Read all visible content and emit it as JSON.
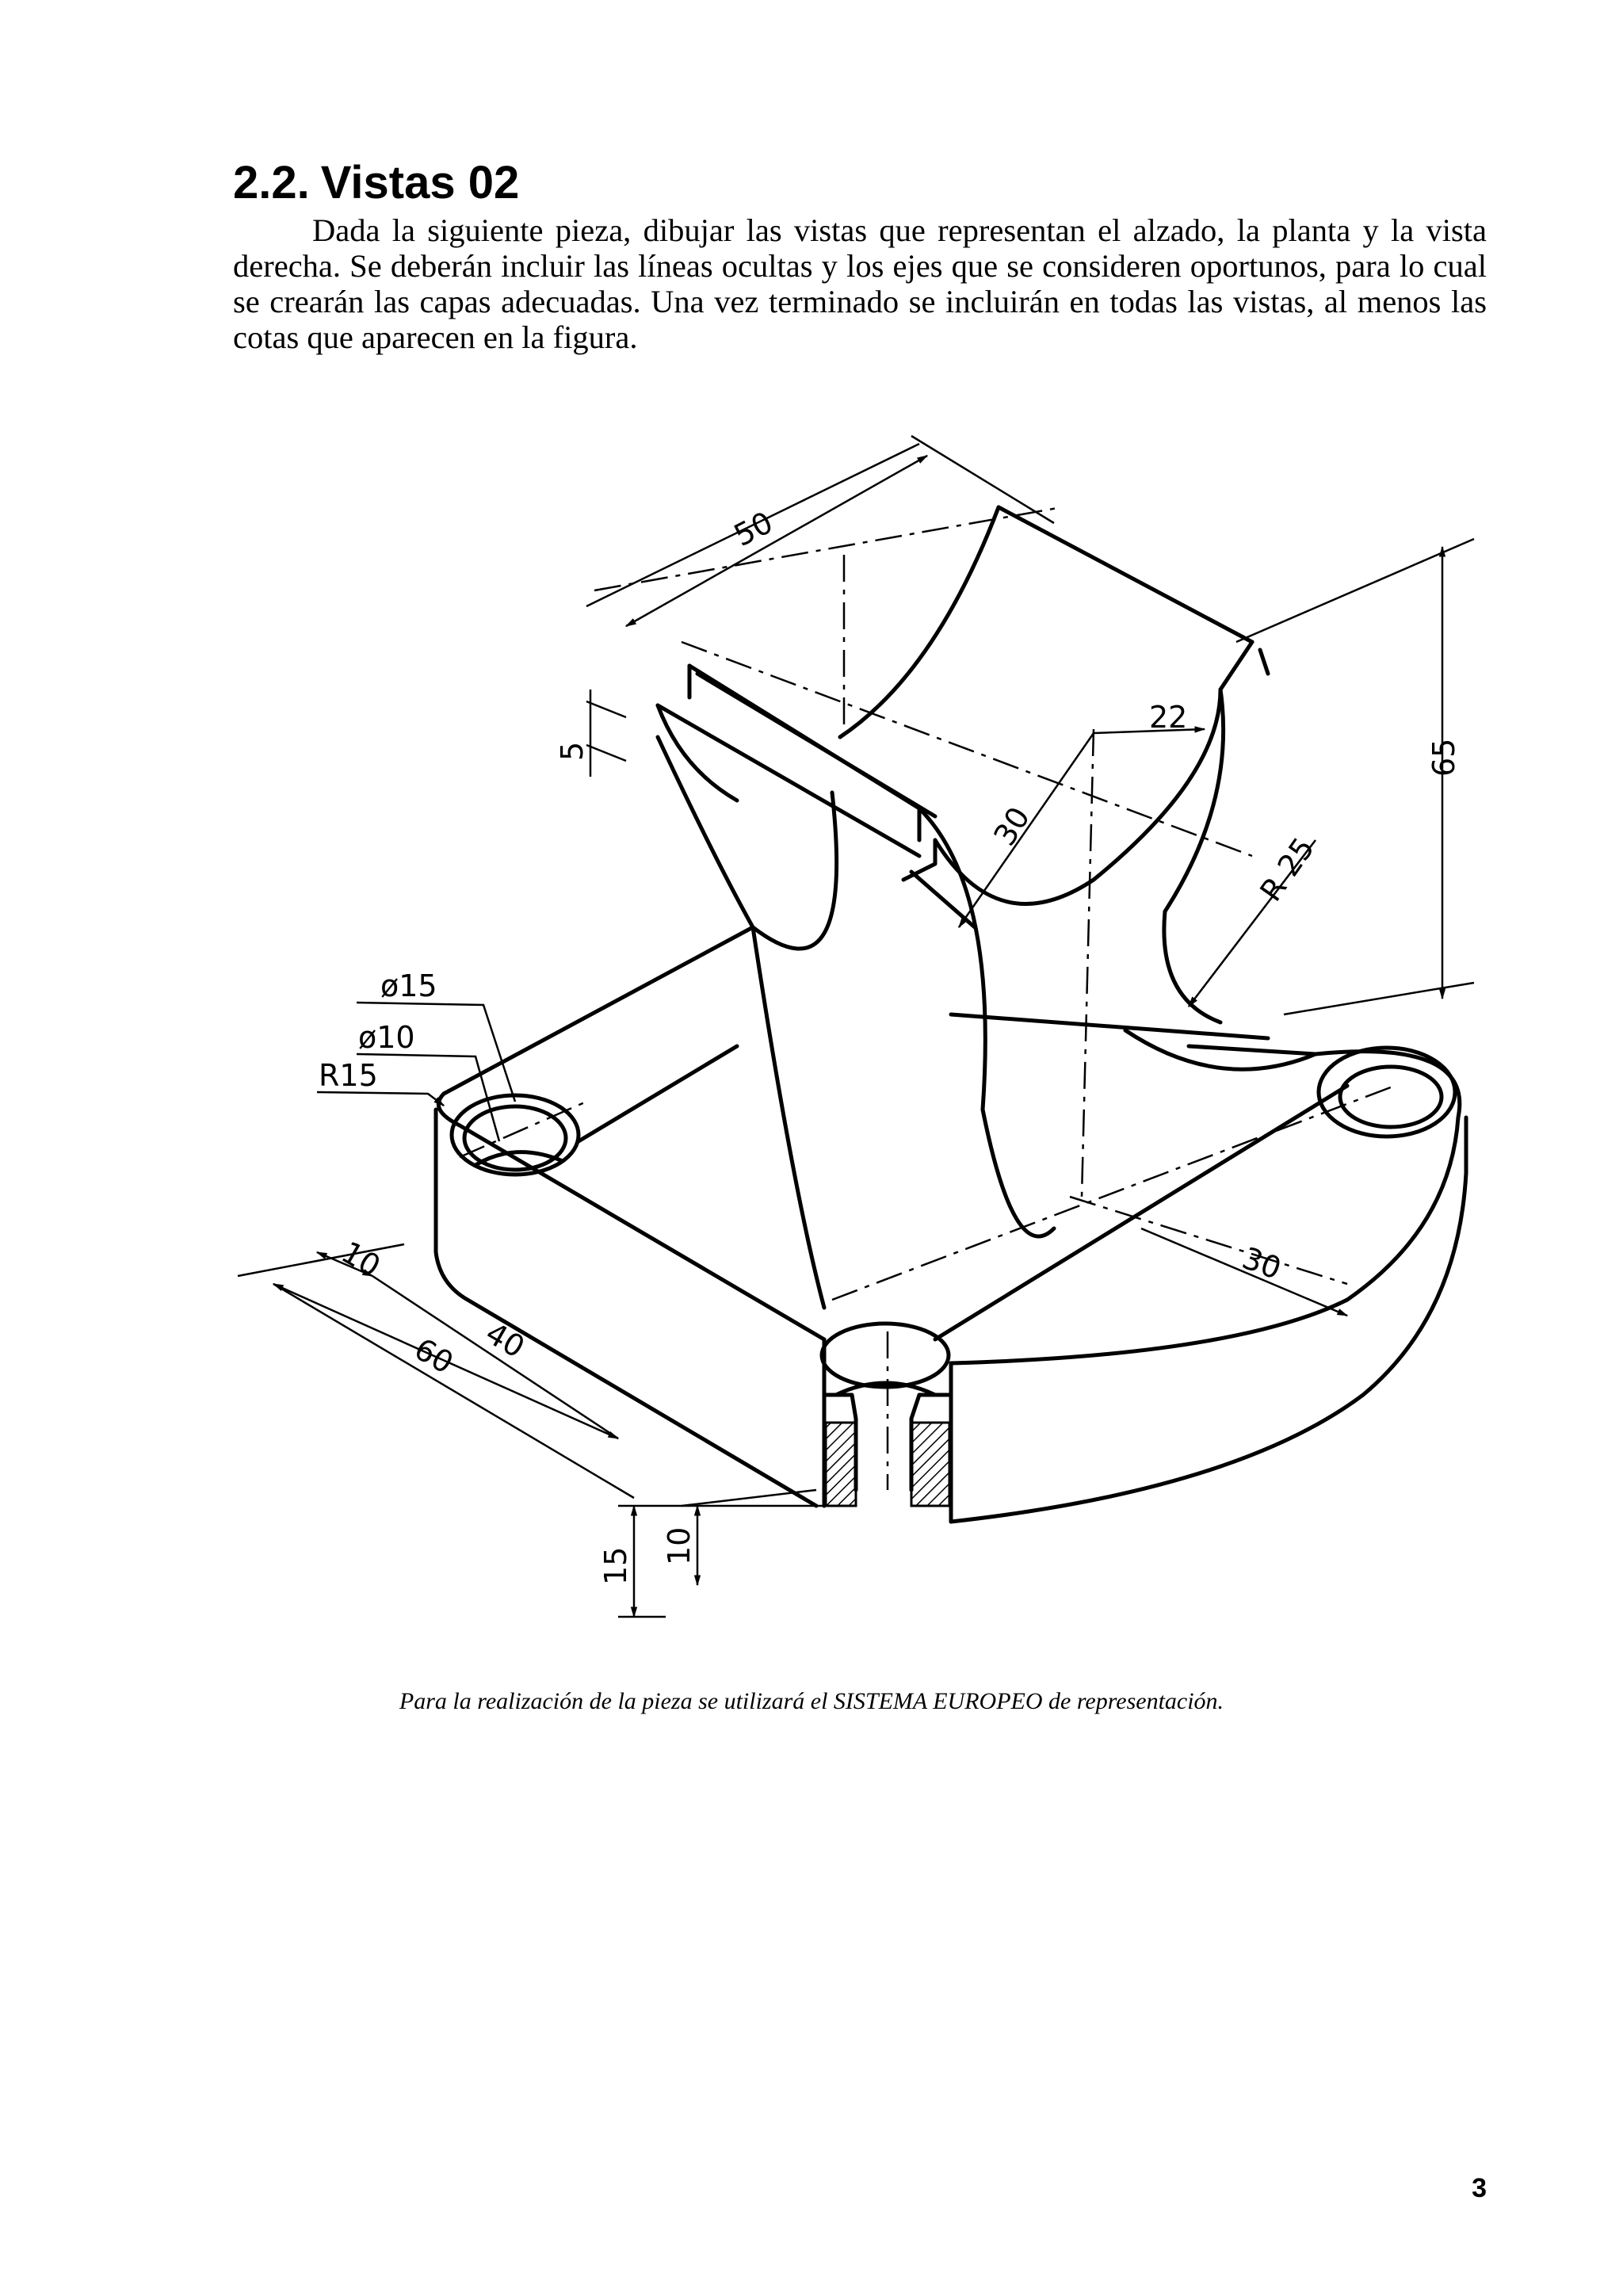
{
  "heading": {
    "number": "2.2.",
    "title": "Vistas 02"
  },
  "statement": "Dada la siguiente pieza, dibujar las vistas que representan el alzado, la planta y la vista derecha. Se deberán incluir las líneas ocultas y los ejes que se consideren oportunos, para lo cual se crearán las capas adecuadas. Una vez terminado se incluirán en todas las vistas,  al menos las cotas que aparecen en la figura.",
  "drawing": {
    "dimensions": {
      "d50": "50",
      "d5": "5",
      "d22": "22",
      "d30_radius": "30",
      "d65": "65",
      "r25": "R 25",
      "dia15": "ø15",
      "dia10": "ø10",
      "r15": "R15",
      "d10_left": "10",
      "d40": "40",
      "d60": "60",
      "d30_right": "30",
      "d15_height": "15",
      "d10_height": "10"
    }
  },
  "caption": "Para la realización de la pieza se utilizará el SISTEMA EUROPEO de representación.",
  "page_number": "3"
}
